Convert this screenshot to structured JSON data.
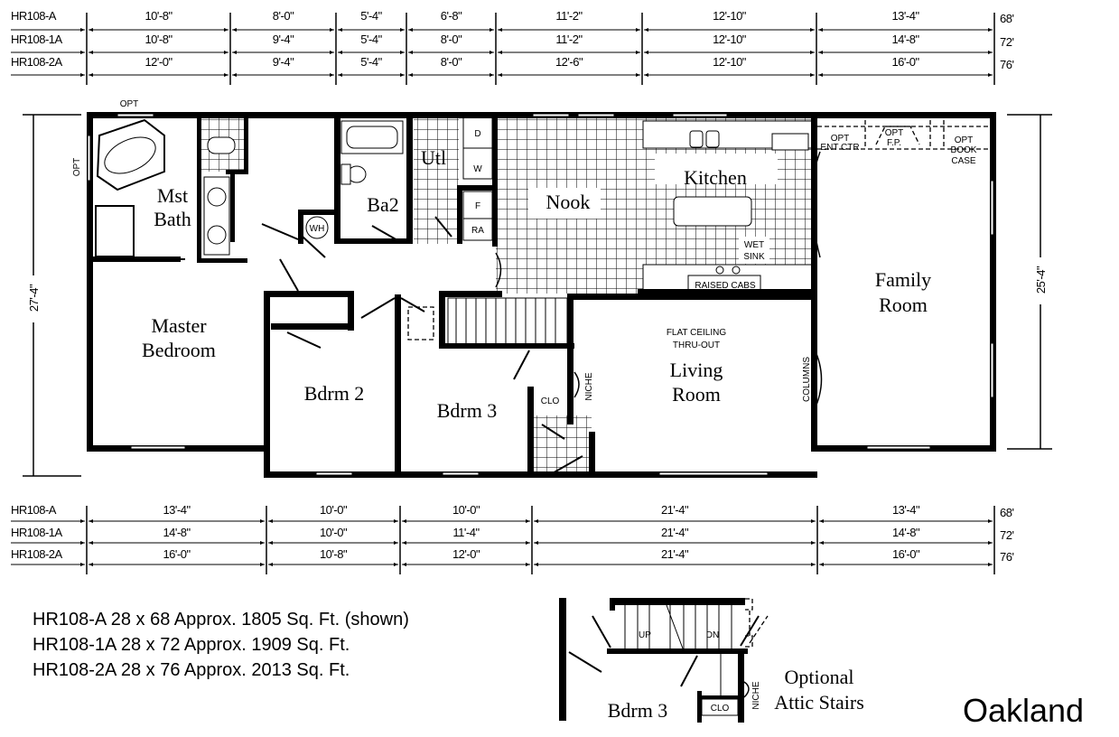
{
  "top_dimensions": {
    "rows": [
      {
        "model": "HR108-A",
        "segments": [
          "10'-8\"",
          "8'-0\"",
          "5'-4\"",
          "6'-8\"",
          "11'-2\"",
          "12'-10\"",
          "13'-4\""
        ],
        "total": "68'"
      },
      {
        "model": "HR108-1A",
        "segments": [
          "10'-8\"",
          "9'-4\"",
          "5'-4\"",
          "8'-0\"",
          "11'-2\"",
          "12'-10\"",
          "14'-8\""
        ],
        "total": "72'"
      },
      {
        "model": "HR108-2A",
        "segments": [
          "12'-0\"",
          "9'-4\"",
          "5'-4\"",
          "8'-0\"",
          "12'-6\"",
          "12'-10\"",
          "16'-0\""
        ],
        "total": "76'"
      }
    ]
  },
  "bottom_dimensions": {
    "rows": [
      {
        "model": "HR108-A",
        "segments": [
          "13'-4\"",
          "10'-0\"",
          "10'-0\"",
          "21'-4\"",
          "13'-4\""
        ],
        "total": "68'"
      },
      {
        "model": "HR108-1A",
        "segments": [
          "14'-8\"",
          "10'-0\"",
          "11'-4\"",
          "21'-4\"",
          "14'-8\""
        ],
        "total": "72'"
      },
      {
        "model": "HR108-2A",
        "segments": [
          "16'-0\"",
          "10'-8\"",
          "12'-0\"",
          "21'-4\"",
          "16'-0\""
        ],
        "total": "76'"
      }
    ]
  },
  "side_dimensions": {
    "left": "27'-4\"",
    "right": "25'-4\""
  },
  "rooms": {
    "opt_top": "OPT",
    "opt_side": "OPT",
    "mst_bath": [
      "Mst",
      "Bath"
    ],
    "wh": "WH",
    "ba2": "Ba2",
    "utl": "Utl",
    "dryer": "D",
    "washer": "W",
    "freezer": "F",
    "ra": "RA",
    "nook": "Nook",
    "kitchen": "Kitchen",
    "opt_ent_ctr": [
      "OPT",
      "ENT CTR"
    ],
    "opt_fp": [
      "OPT",
      "F.P."
    ],
    "opt_book_case": [
      "OPT",
      "BOOK",
      "CASE"
    ],
    "wet_sink": [
      "WET",
      "SINK"
    ],
    "raised_cabs": "RAISED CABS",
    "family_room": [
      "Family",
      "Room"
    ],
    "master_bedroom": [
      "Master",
      "Bedroom"
    ],
    "bdrm2": "Bdrm 2",
    "bdrm3": "Bdrm 3",
    "flat_ceiling": [
      "FLAT CEILING",
      "THRU-OUT"
    ],
    "living_room": [
      "Living",
      "Room"
    ],
    "columns": "COLUMNS",
    "niche": "NICHE",
    "clo": "CLO"
  },
  "models_summary": [
    "HR108-A  28 x 68  Approx. 1805 Sq. Ft. (shown)",
    "HR108-1A  28 x 72  Approx. 1909 Sq. Ft.",
    "HR108-2A  28 x 76  Approx. 2013 Sq. Ft."
  ],
  "inset": {
    "up": "UP",
    "dn": "DN",
    "niche": "NICHE",
    "clo": "CLO",
    "bdrm3": "Bdrm 3",
    "caption": [
      "Optional",
      "Attic Stairs"
    ]
  },
  "plan_name": "Oakland"
}
